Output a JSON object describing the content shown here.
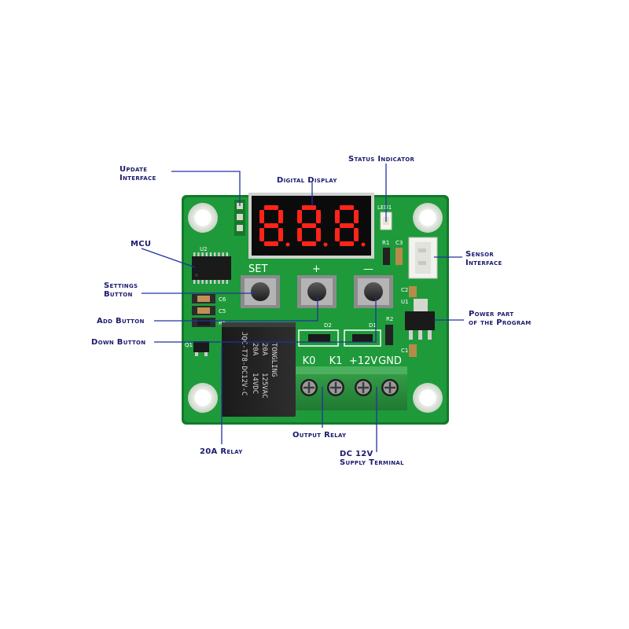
{
  "callouts": {
    "update_interface": [
      "Update",
      "Interface"
    ],
    "digital_display": "Digital Display",
    "status_indicator": "Status Indicator",
    "mcu": "MCU",
    "settings_button": [
      "Settings",
      "Button"
    ],
    "add_button": "Add Button",
    "down_button": "Down Button",
    "sensor_interface": [
      "Sensor",
      "Interface"
    ],
    "power_part": [
      "Power part",
      "of the Program"
    ],
    "output_relay": "Output Relay",
    "relay_20a": "20A Relay",
    "supply_terminal": [
      "DC 12V",
      "Supply Terminal"
    ]
  },
  "board": {
    "display_digits": "888",
    "button_labels": {
      "set": "SET",
      "plus": "+",
      "minus": "—"
    },
    "terminal_labels": [
      "K0",
      "K1",
      "+12V",
      "GND"
    ],
    "silkscreen": {
      "u2": "U2",
      "c6": "C6",
      "c5": "C5",
      "r6": "R6",
      "q1": "Q1",
      "led1": "LED1",
      "r1": "R1",
      "c3": "C3",
      "c2": "C2",
      "u1": "U1",
      "r2": "R2",
      "d1": "D1",
      "d2": "D2",
      "c1": "C1"
    },
    "relay_text": {
      "brand": "TONGLING",
      "rating_a": "20A",
      "rating_b": "20A",
      "voltage_a": "125VAC",
      "voltage_b": "14VDC",
      "model": "JQC-T78-DC12V-C"
    }
  },
  "colors": {
    "pcb": "#1e9a3a",
    "pcb_edge": "#137a2b",
    "callout_text": "#1a1a6e",
    "leader_line": "#2233a0",
    "display_segment": "#ff2418",
    "terminal_block": "#2a8a3e"
  }
}
